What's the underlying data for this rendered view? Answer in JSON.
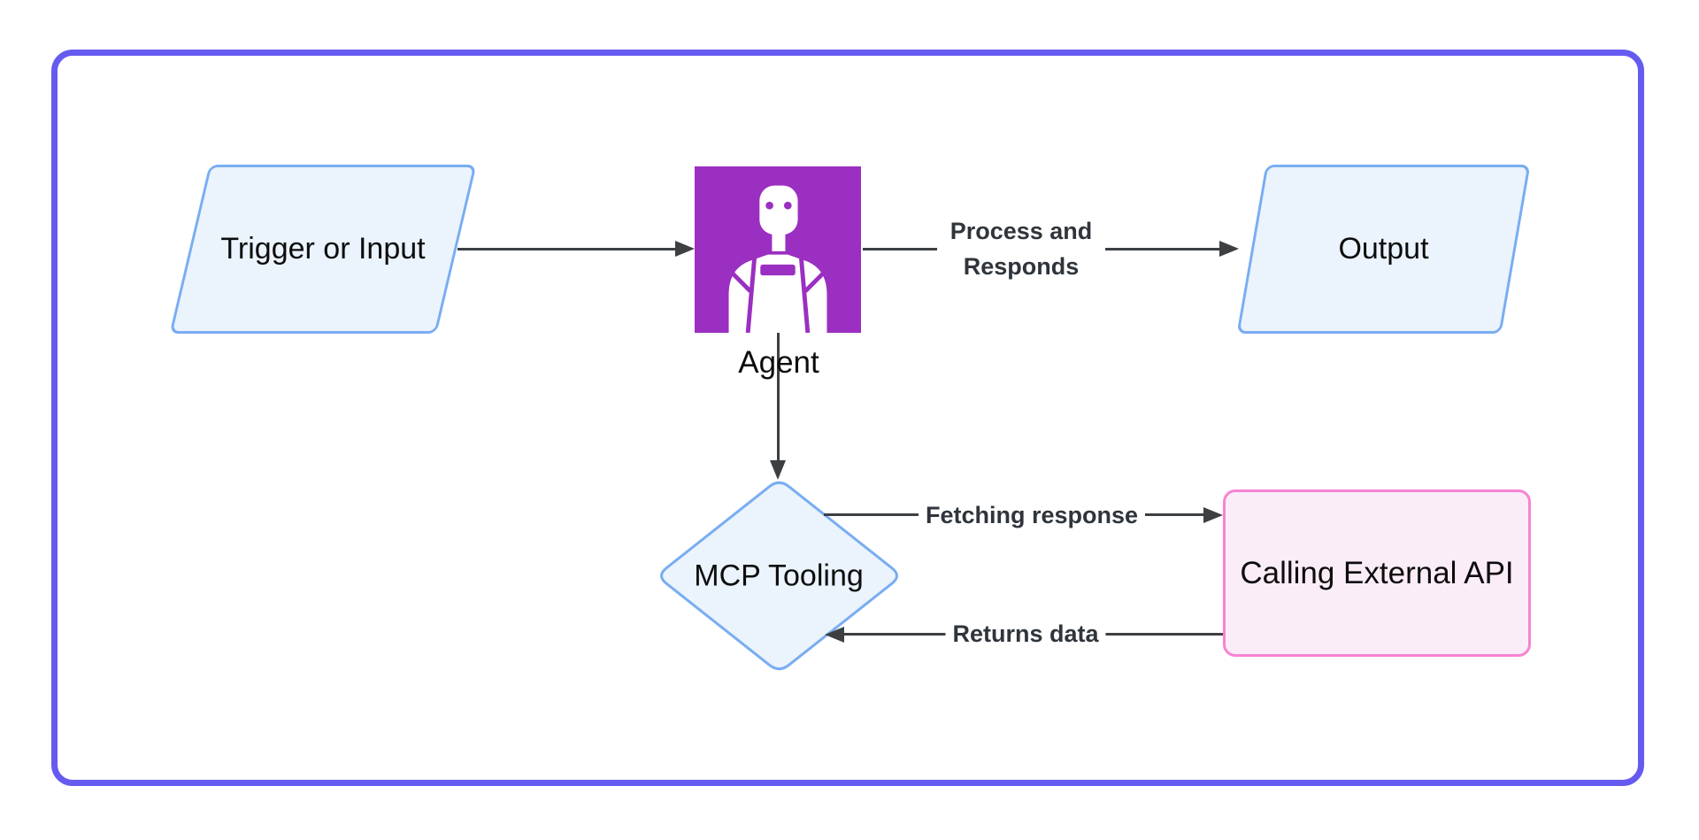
{
  "diagram": {
    "frame_color": "#655BF0",
    "arrow_color": "#3C4043",
    "edge_label_color": "#2F353B",
    "nodes": {
      "trigger": {
        "label": "Trigger or Input",
        "shape": "parallelogram",
        "fill": "#EBF3FC",
        "stroke": "#79ADF2"
      },
      "agent": {
        "label": "Agent",
        "shape": "icon-square",
        "icon": "robot-icon",
        "fill": "#9B2FC1"
      },
      "output": {
        "label": "Output",
        "shape": "parallelogram",
        "fill": "#EBF3FC",
        "stroke": "#79ADF2"
      },
      "mcp_tooling": {
        "label": "MCP Tooling",
        "shape": "diamond",
        "fill": "#EBF3FC",
        "stroke": "#79ADF2"
      },
      "external_api": {
        "label": "Calling External API",
        "shape": "rounded-rectangle",
        "fill": "#FBEDF8",
        "stroke": "#F783D2"
      }
    },
    "edges": {
      "trigger_to_agent": {
        "from": "trigger",
        "to": "agent",
        "label": ""
      },
      "agent_to_output": {
        "from": "agent",
        "to": "output",
        "label": "Process and Responds"
      },
      "agent_to_mcp": {
        "from": "agent",
        "to": "mcp_tooling",
        "label": ""
      },
      "mcp_to_api": {
        "from": "mcp_tooling",
        "to": "external_api",
        "label": "Fetching response"
      },
      "api_to_mcp": {
        "from": "external_api",
        "to": "mcp_tooling",
        "label": "Returns data"
      }
    }
  }
}
